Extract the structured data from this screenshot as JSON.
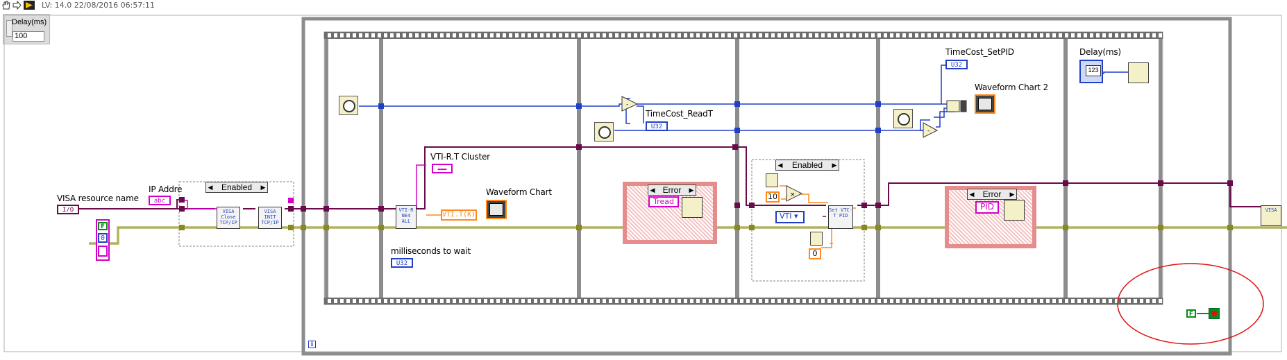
{
  "toolbar": {
    "title": "LV: 14.0 22/08/2016 06:57:11",
    "icons": [
      "hand-icon",
      "arrow-right-icon",
      "exec-highlight-icon"
    ]
  },
  "delay_control": {
    "label": "Delay(ms)",
    "value": "100"
  },
  "labels": {
    "visa_resource": "VISA resource name",
    "ip_address": "IP Addre",
    "vti_rt_cluster": "VTI-R.T Cluster",
    "waveform_chart": "Waveform Chart",
    "ms_to_wait": "milliseconds to wait",
    "timecost_readt": "TimeCost_ReadT",
    "timecost_setpid": "TimeCost_SetPID",
    "waveform_chart_2": "Waveform Chart 2",
    "delay_ms": "Delay(ms)"
  },
  "terminals": {
    "io": "I/O",
    "abc": "abc",
    "u32": "U32",
    "vti_tk": "VTI.T(K)",
    "tread": "Tread",
    "pid": "PID",
    "vti": "VTI",
    "ten": "10",
    "zero": "0",
    "f": "F",
    "zero_num": "0",
    "u32_icon": "123"
  },
  "disable_selectors": {
    "enabled": "Enabled"
  },
  "case_selectors": {
    "error": "Error"
  },
  "subvis": {
    "visa_close": "VISA Close TCP/IP",
    "visa_init": "VISA INIT TCP/IP",
    "vti_read": "VTI-R NE4 ALL",
    "set_pid": "Set VTC-T PID",
    "visa_right": "VISA"
  },
  "iteration": "i",
  "colors": {
    "wire_pink": "#d200c8",
    "wire_purple": "#6a0a4a",
    "wire_blue": "#1f3fc8",
    "wire_orange": "#ff8a1c",
    "wire_error": "#8a8a1a",
    "annotation_red": "#e01010"
  }
}
